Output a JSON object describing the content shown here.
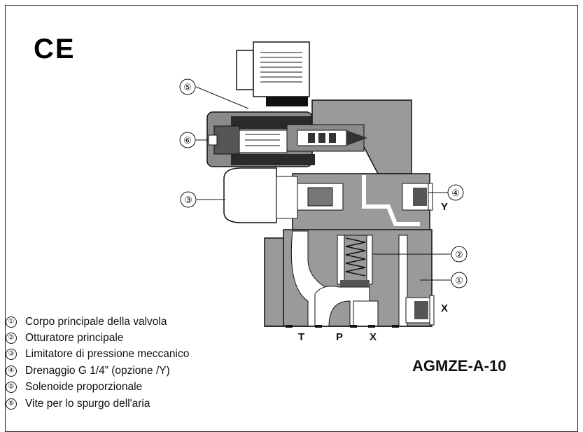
{
  "mark": "CE",
  "model": "AGMZE-A-10",
  "ports": {
    "T": "T",
    "P": "P",
    "X_bottom": "X",
    "X_side": "X",
    "Y": "Y"
  },
  "callouts": [
    "①",
    "②",
    "③",
    "④",
    "⑤",
    "⑥"
  ],
  "legend": [
    {
      "num": "①",
      "text": "Corpo principale della valvola"
    },
    {
      "num": "②",
      "text": "Otturatore principale"
    },
    {
      "num": "③",
      "text": "Limitatore di pressione meccanico"
    },
    {
      "num": "④",
      "text": "Drenaggio G 1/4” (opzione /Y)"
    },
    {
      "num": "⑤",
      "text": "Solenoide proporzionale"
    },
    {
      "num": "⑥",
      "text": "Vite per lo spurgo dell'aria"
    }
  ]
}
